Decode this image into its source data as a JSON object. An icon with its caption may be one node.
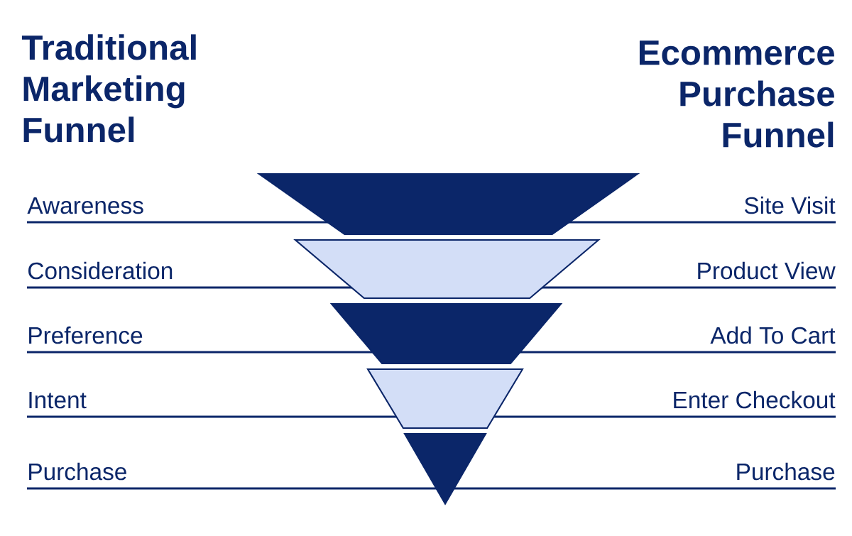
{
  "diagram": {
    "nodes": [
      {
        "text": [],
        "shape": "trapezoid"
      },
      {
        "text": [],
        "shape": "trapezoid"
      },
      {
        "text": [],
        "shape": "trapezoid"
      },
      {
        "text": [],
        "shape": "trapezoid"
      },
      {
        "text": [],
        "shape": "triangle"
      }
    ],
    "labels": [
      "Traditional Marketing Funnel",
      "Ecommerce Purchase Funnel",
      "Awareness",
      "Site Visit",
      "Consideration",
      "Product View",
      "Preference",
      "Add To Cart",
      "Intent",
      "Enter Checkout",
      "Purchase",
      "Purchase"
    ]
  }
}
